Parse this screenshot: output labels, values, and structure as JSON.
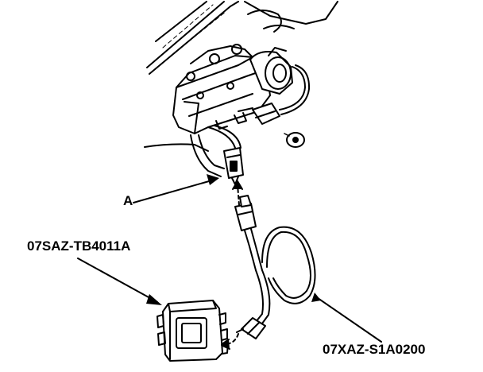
{
  "diagram": {
    "callouts": {
      "connector_a": "A",
      "test_tool": "07SAZ-TB4011A",
      "test_harness": "07XAZ-S1A0200"
    },
    "colors": {
      "ink": "#000000",
      "paper": "#ffffff"
    }
  }
}
